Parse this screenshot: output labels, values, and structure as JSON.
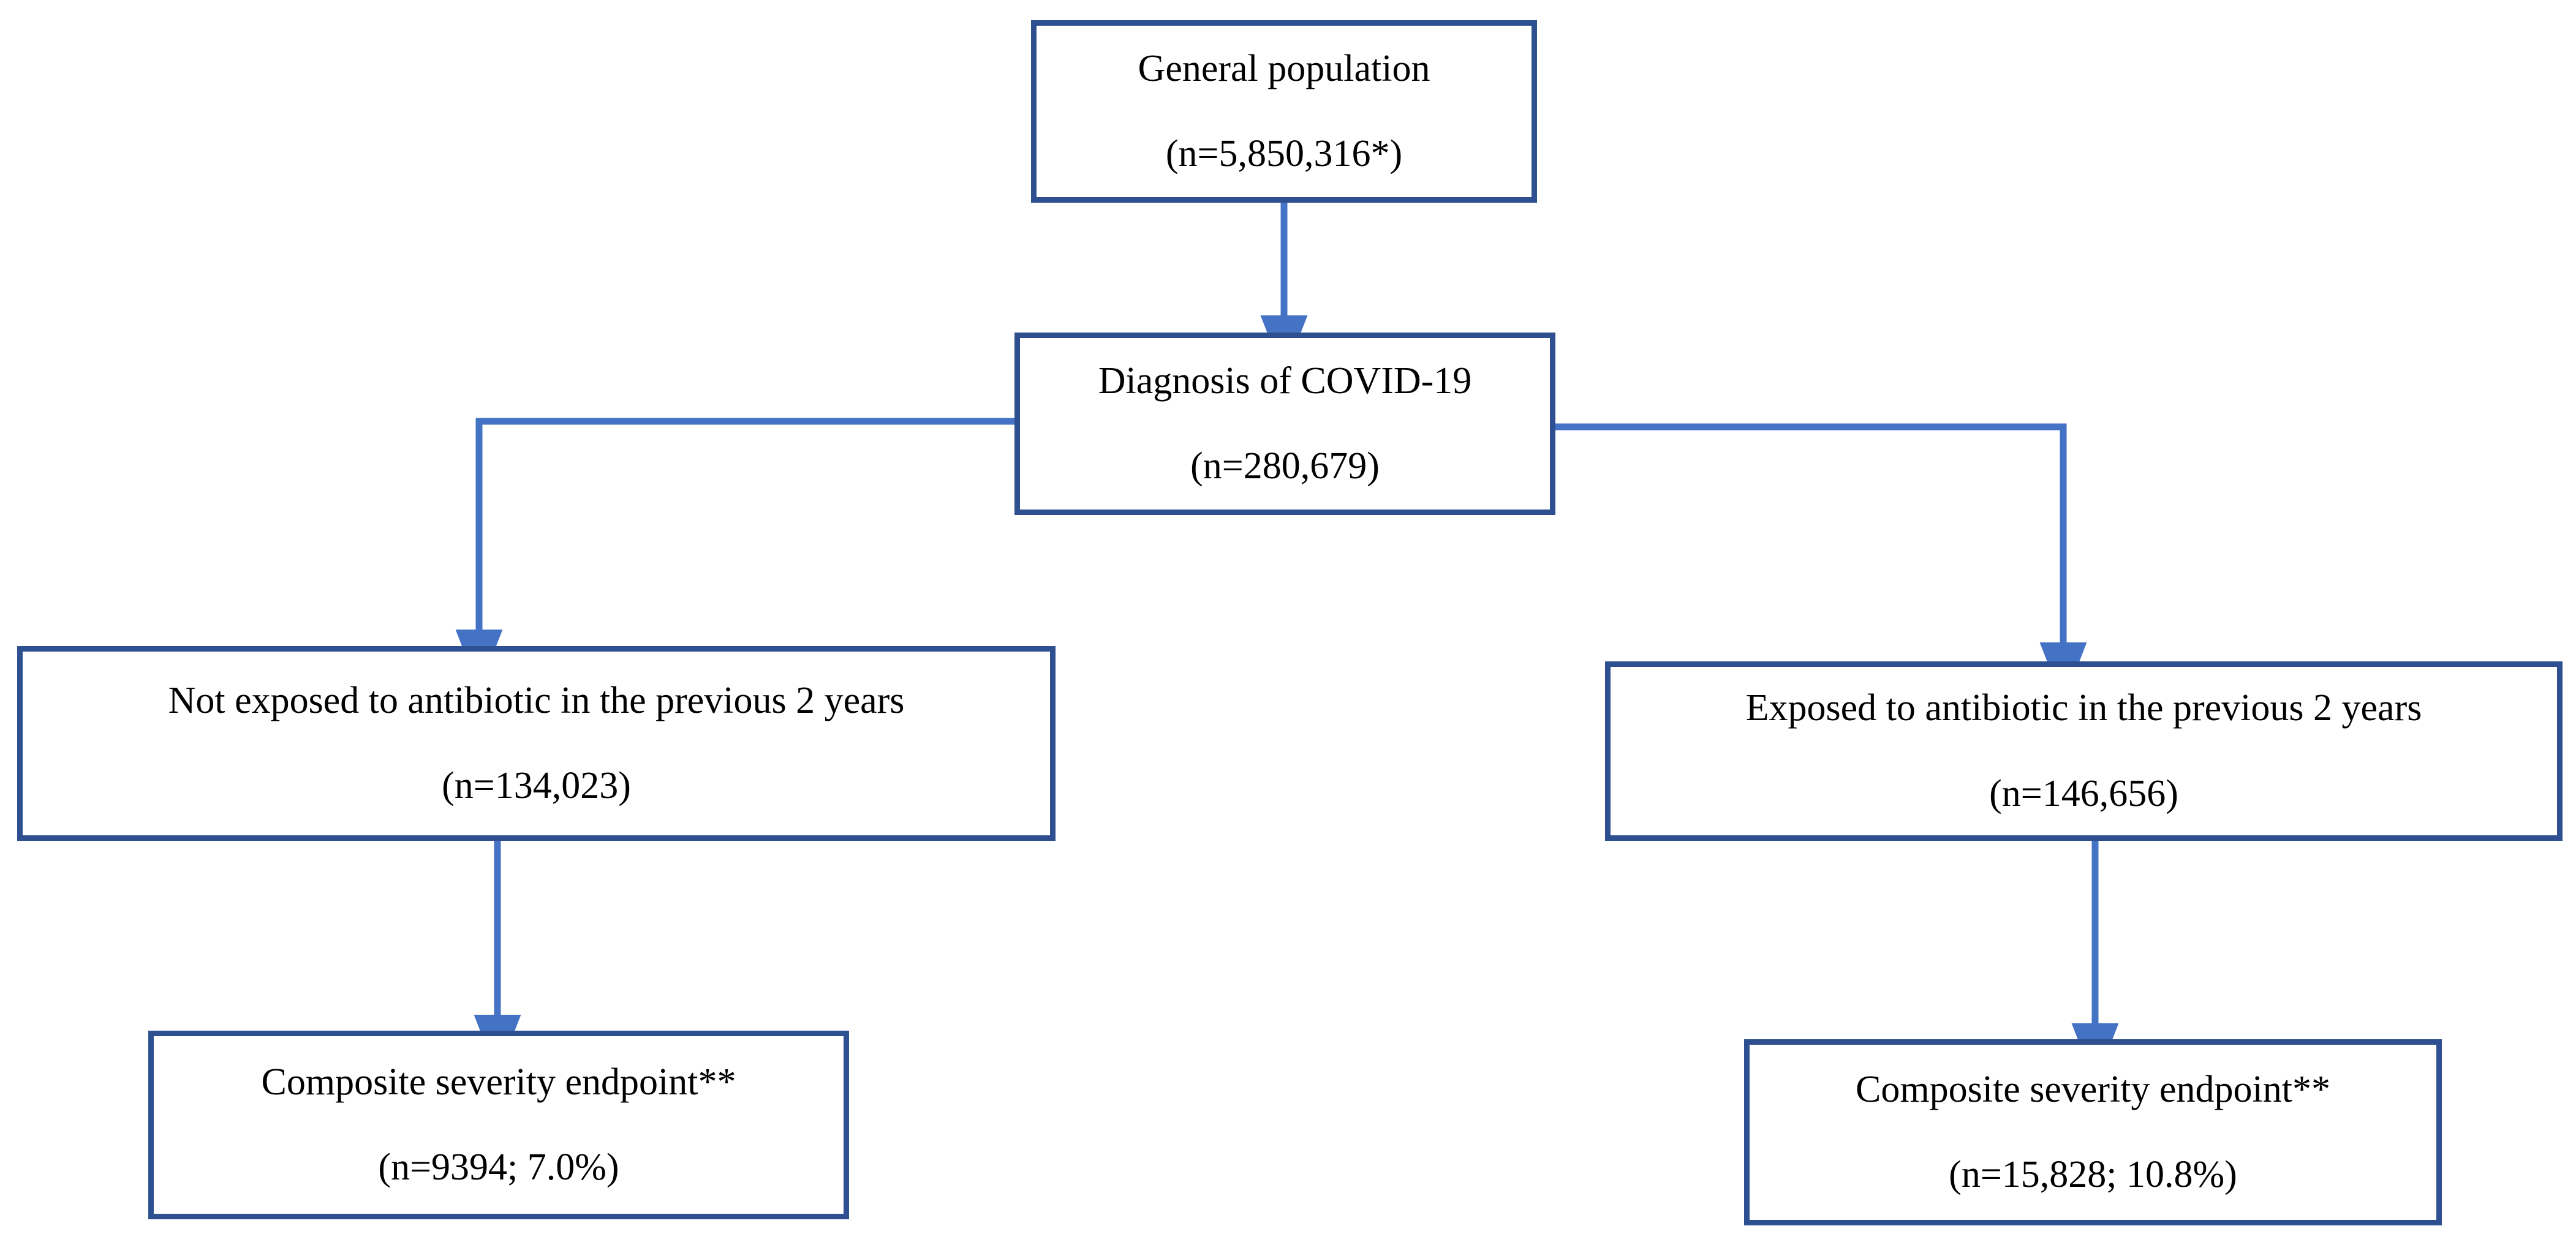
{
  "figure": {
    "type": "flowchart",
    "orientation": "top-down",
    "accent_color": "#2E5090",
    "connector_color": "#4472C4",
    "background_color": "#FFFFFF"
  },
  "nodes": {
    "general_population": {
      "title": "General population",
      "count": "(n=5,850,316*)"
    },
    "covid_diagnosis": {
      "title": "Diagnosis of COVID-19",
      "count": "(n=280,679)"
    },
    "not_exposed": {
      "title": "Not exposed to antibiotic in the previous 2 years",
      "count": "(n=134,023)"
    },
    "exposed": {
      "title": "Exposed to antibiotic in the previous 2 years",
      "count": "(n=146,656)"
    },
    "endpoint_left": {
      "title": "Composite severity endpoint**",
      "count": "(n=9394; 7.0%)"
    },
    "endpoint_right": {
      "title": "Composite severity endpoint**",
      "count": "(n=15,828; 10.8%)"
    }
  },
  "edges": [
    {
      "from": "general_population",
      "to": "covid_diagnosis",
      "style": "straight-arrow-down"
    },
    {
      "from": "covid_diagnosis",
      "to": "not_exposed",
      "style": "elbow-left-arrow-down"
    },
    {
      "from": "covid_diagnosis",
      "to": "exposed",
      "style": "elbow-right-arrow-down"
    },
    {
      "from": "not_exposed",
      "to": "endpoint_left",
      "style": "straight-arrow-down"
    },
    {
      "from": "exposed",
      "to": "endpoint_right",
      "style": "straight-arrow-down"
    }
  ],
  "chart_data": {
    "type": "table",
    "title": "Study population flow diagram",
    "categories": [
      "General population",
      "Diagnosis of COVID-19",
      "Not exposed to antibiotic in the previous 2 years",
      "Exposed to antibiotic in the previous 2 years",
      "Composite severity endpoint** (not exposed)",
      "Composite severity endpoint** (exposed)"
    ],
    "values": [
      5850316,
      280679,
      134023,
      146656,
      9394,
      15828
    ],
    "percentages": [
      null,
      null,
      null,
      null,
      7.0,
      10.8
    ],
    "labels": [
      "(n=5,850,316*)",
      "(n=280,679)",
      "(n=134,023)",
      "(n=146,656)",
      "(n=9394; 7.0%)",
      "(n=15,828; 10.8%)"
    ],
    "footnote_markers": [
      "*",
      "**"
    ]
  }
}
